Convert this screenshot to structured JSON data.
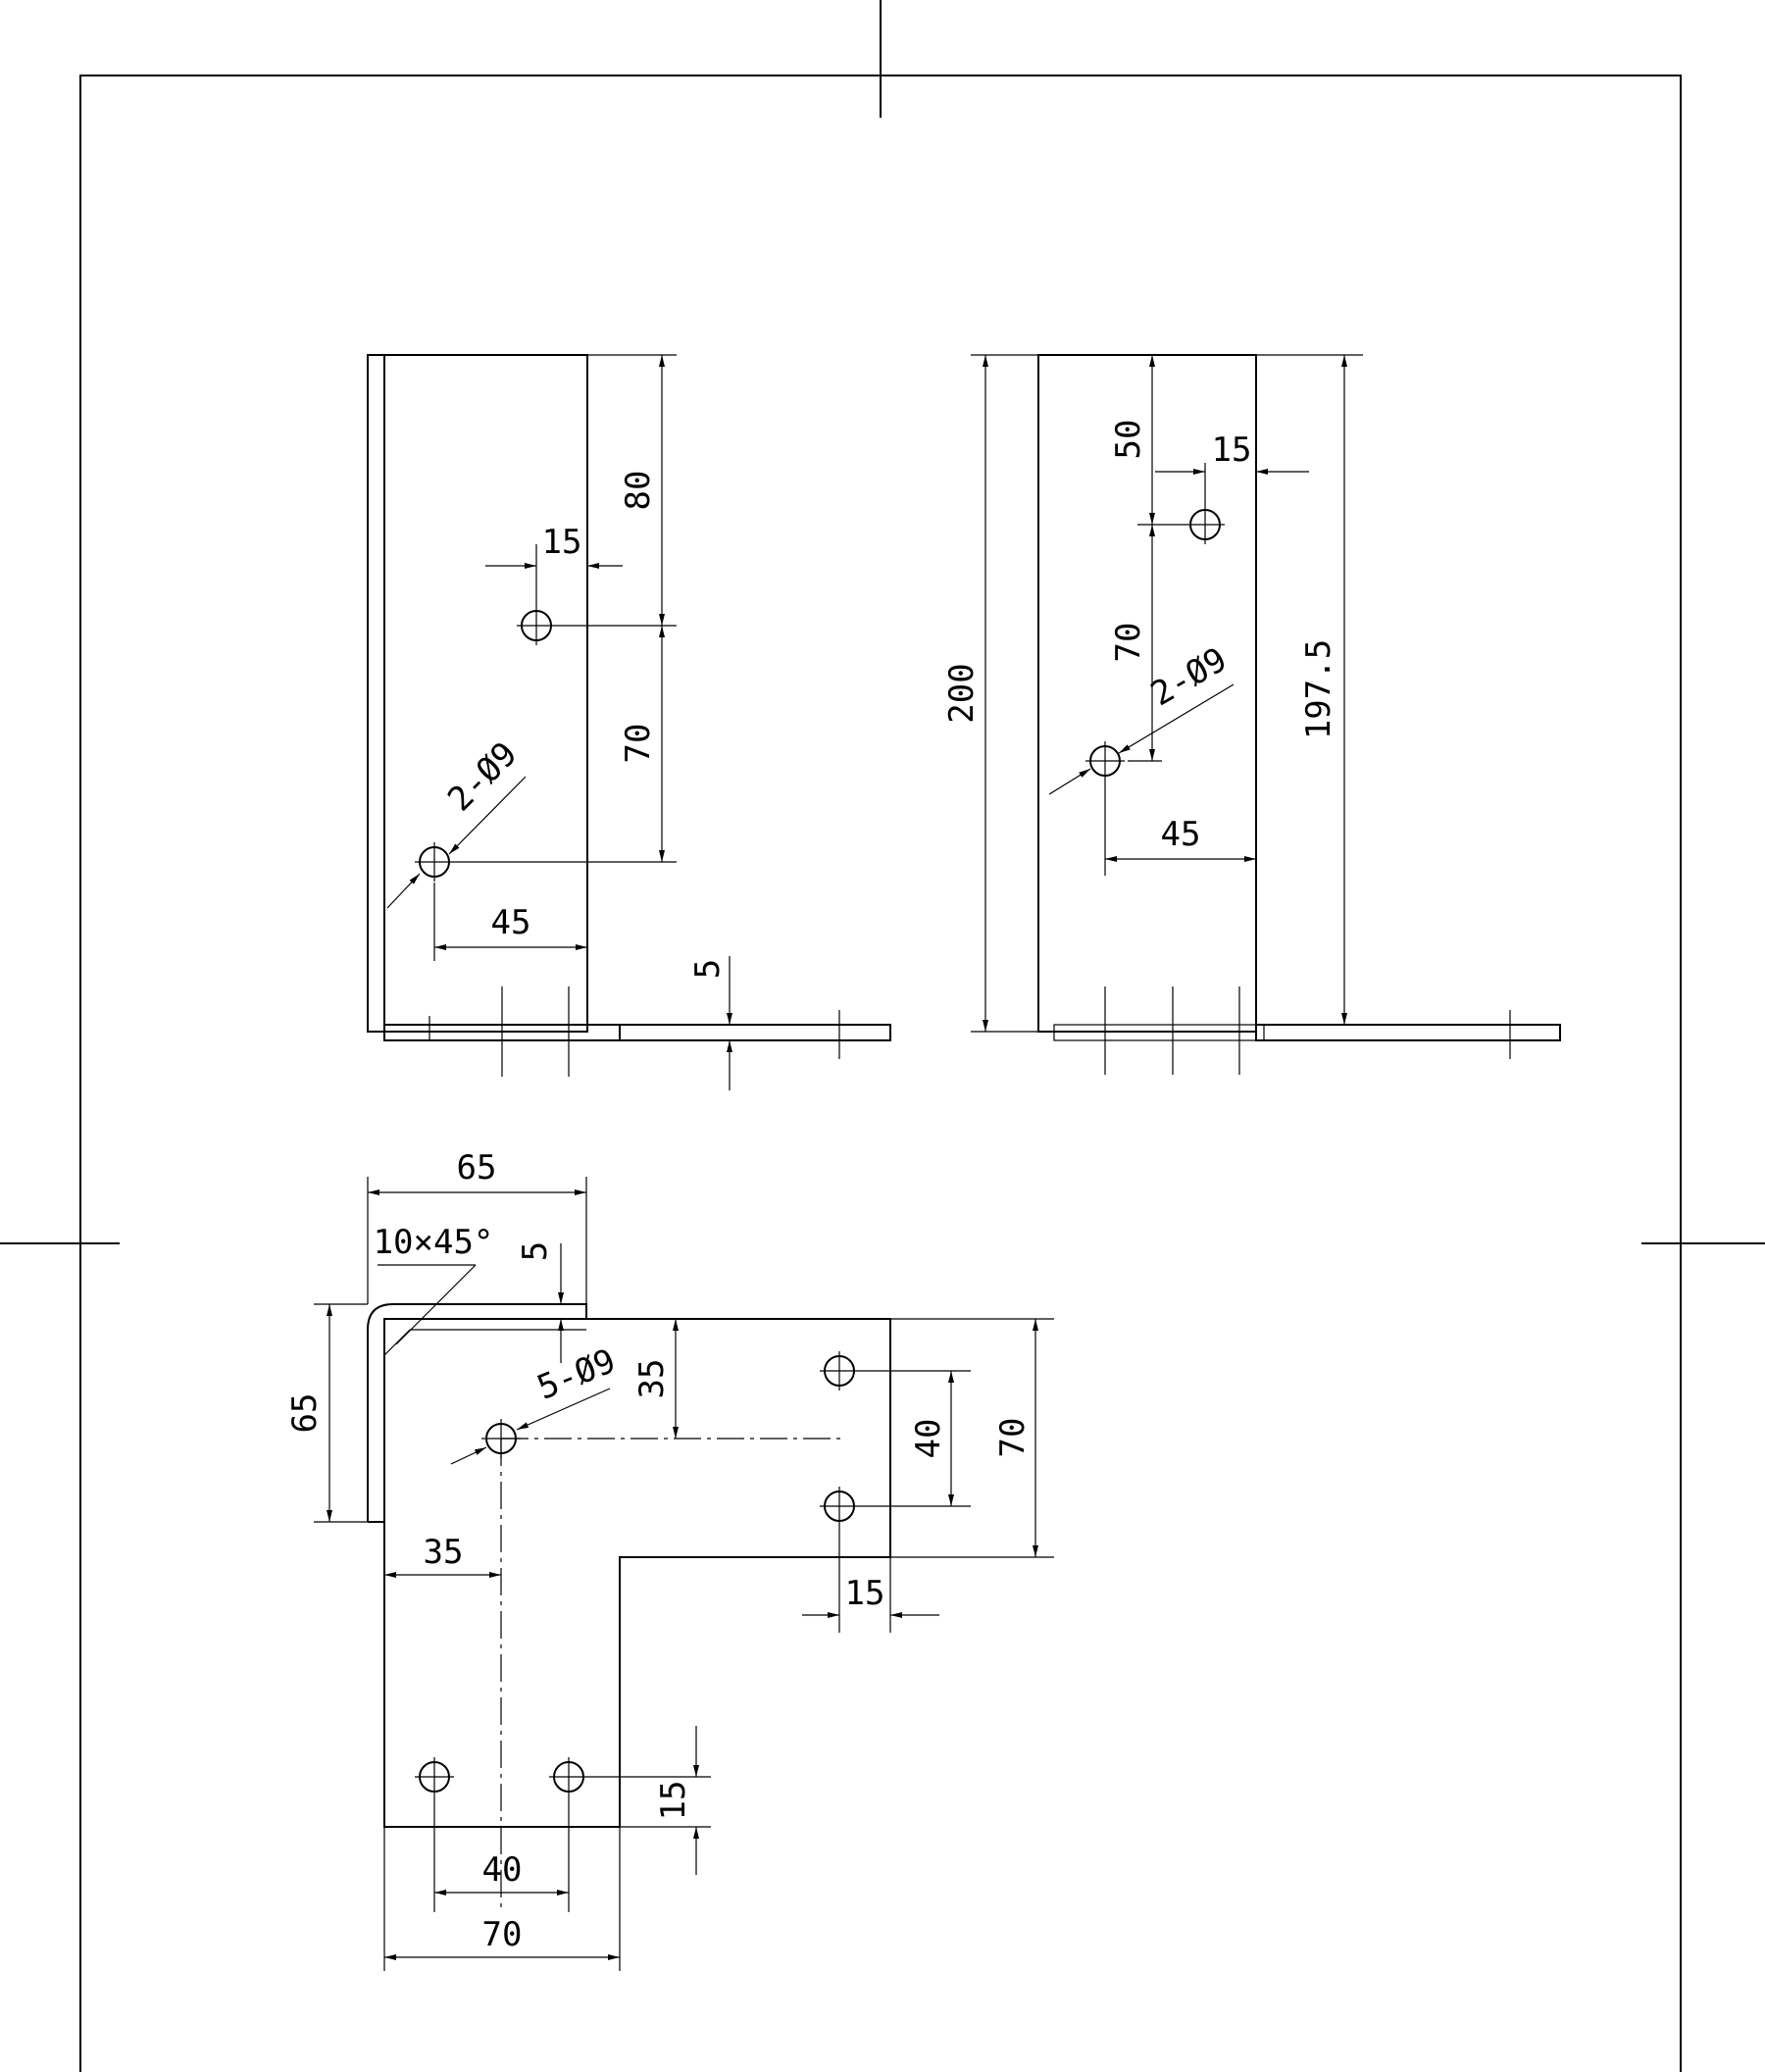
{
  "front_view": {
    "dim_top_to_hole": "80",
    "dim_hole_offset": "15",
    "dim_hole_spacing": "70",
    "hole_callout": "2-Ø9",
    "dim_hole_to_edge": "45",
    "dim_thickness": "5"
  },
  "side_view": {
    "dim_overall_height": "200",
    "dim_top_to_hole": "50",
    "dim_hole_offset": "15",
    "dim_hole_spacing": "70",
    "hole_callout": "2-Ø9",
    "dim_hole_to_edge": "45",
    "dim_inner_height": "197.5"
  },
  "plan_view": {
    "dim_width_top": "65",
    "chamfer_callout": "10×45°",
    "dim_thickness": "5",
    "dim_height_left": "65",
    "hole_callout": "5-Ø9",
    "dim_hole_from_top": "35",
    "dim_hole_spacing_right": "40",
    "dim_arm_width_right": "70",
    "dim_hole_from_left": "35",
    "dim_hole_from_right": "15",
    "dim_hole_from_bottom": "15",
    "dim_hole_spacing_bottom": "40",
    "dim_arm_width_bottom": "70"
  }
}
